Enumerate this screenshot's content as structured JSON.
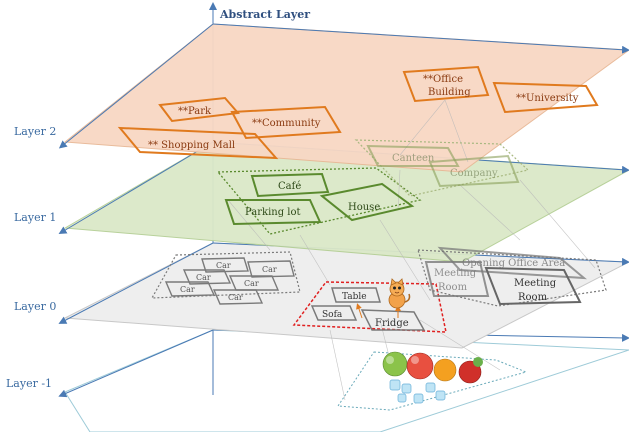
{
  "title": "Abstract Layer",
  "layers": {
    "l2": "Layer 2",
    "l1": "Layer 1",
    "l0": "Layer 0",
    "lm1": "Layer -1"
  },
  "layer2_places": {
    "park": "**Park",
    "community": "**Community",
    "shopping_mall": "** Shopping Mall",
    "office_building_1": "**Office",
    "office_building_2": "Building",
    "university": "**University"
  },
  "layer1_places": {
    "cafe": "Café",
    "parking_lot": "Parking lot",
    "house": "House",
    "canteen": "Canteen",
    "company": "Company"
  },
  "layer0_objects": {
    "car_labels": [
      "Car",
      "Car",
      "Car",
      "Car",
      "Car",
      "Car"
    ],
    "table": "Table",
    "sofa": "Sofa",
    "fridge": "Fridge",
    "opening_office_area": "Opening Office Area",
    "meeting_room_a_1": "Meeting",
    "meeting_room_a_2": "Room",
    "meeting_room_b_1": "Meeting",
    "meeting_room_b_2": "Room"
  },
  "colors": {
    "layer2_fill": "#f8d8c4",
    "layer1_fill": "#dbe8c8",
    "layer0_fill": "#eeeeee",
    "orange_box": "#e07a1e",
    "green_box": "#5a8a2e",
    "grey_box": "#7a7a7a",
    "red_dashed": "#e02020",
    "axis_blue": "#4a7ab4"
  },
  "icons": [
    "cat-icon",
    "apples-icon",
    "ice-cubes-icon"
  ]
}
